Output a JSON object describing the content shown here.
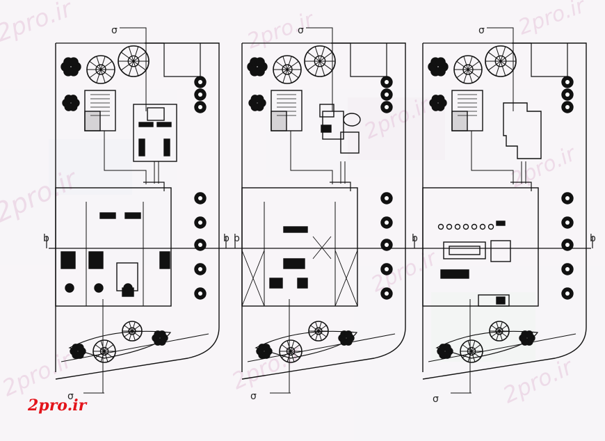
{
  "brand": {
    "text": "2pro.ir",
    "color": "#e3141b"
  },
  "watermark": {
    "text": "2pro.ir"
  },
  "section_marks": {
    "a": "σ",
    "b": "b"
  },
  "colors": {
    "ink": "#111111",
    "paper": "#f7f5f8"
  },
  "icons": [
    "tree-icon",
    "shrub-icon",
    "plan-drawing"
  ]
}
